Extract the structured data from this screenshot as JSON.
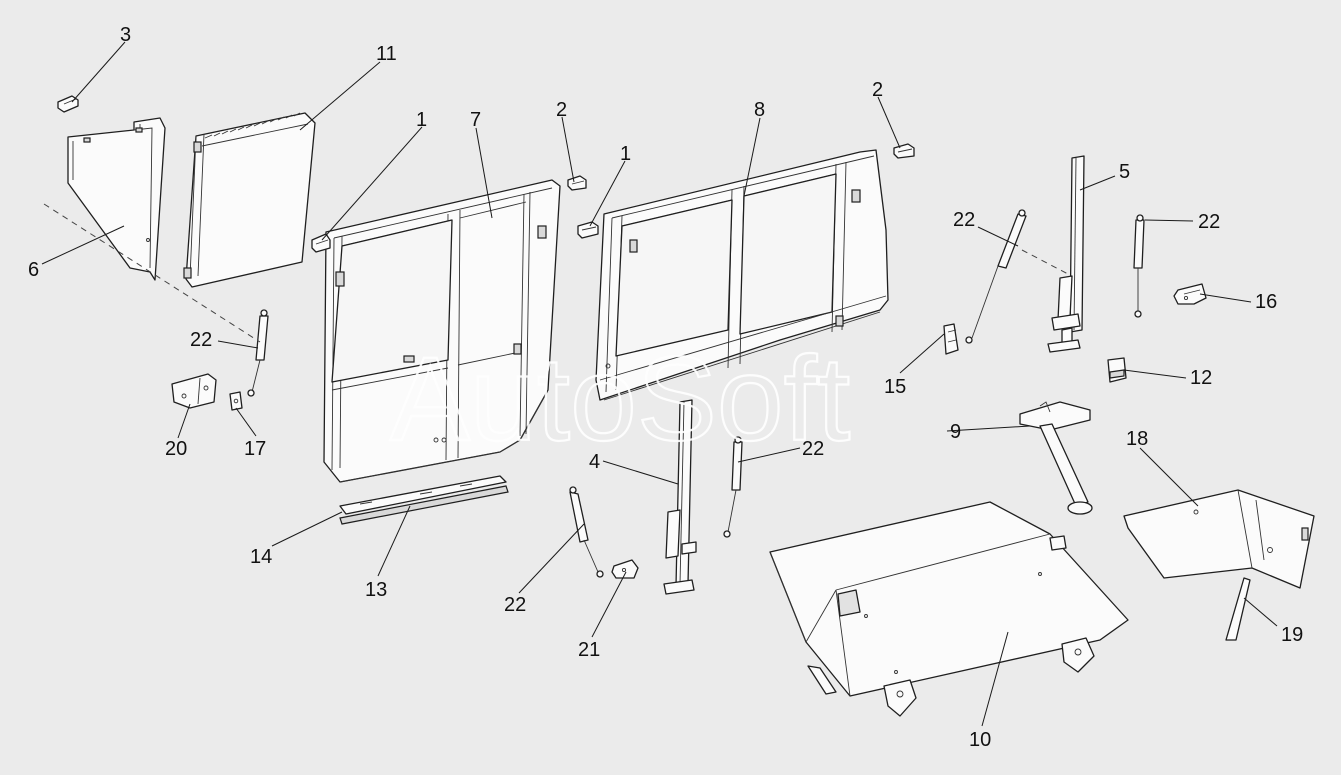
{
  "watermark": "AutoSoft",
  "callouts": [
    {
      "id": "c3",
      "text": "3"
    },
    {
      "id": "c11",
      "text": "11"
    },
    {
      "id": "c1a",
      "text": "1"
    },
    {
      "id": "c7",
      "text": "7"
    },
    {
      "id": "c2a",
      "text": "2"
    },
    {
      "id": "c1b",
      "text": "1"
    },
    {
      "id": "c8",
      "text": "8"
    },
    {
      "id": "c2b",
      "text": "2"
    },
    {
      "id": "c5",
      "text": "5"
    },
    {
      "id": "c22a",
      "text": "22"
    },
    {
      "id": "c22b",
      "text": "22"
    },
    {
      "id": "c16",
      "text": "16"
    },
    {
      "id": "c6",
      "text": "6"
    },
    {
      "id": "c22c",
      "text": "22"
    },
    {
      "id": "c15",
      "text": "15"
    },
    {
      "id": "c12",
      "text": "12"
    },
    {
      "id": "c9",
      "text": "9"
    },
    {
      "id": "c20",
      "text": "20"
    },
    {
      "id": "c17",
      "text": "17"
    },
    {
      "id": "c4",
      "text": "4"
    },
    {
      "id": "c22d",
      "text": "22"
    },
    {
      "id": "c18",
      "text": "18"
    },
    {
      "id": "c14",
      "text": "14"
    },
    {
      "id": "c13",
      "text": "13"
    },
    {
      "id": "c22e",
      "text": "22"
    },
    {
      "id": "c21",
      "text": "21"
    },
    {
      "id": "c19",
      "text": "19"
    },
    {
      "id": "c10",
      "text": "10"
    }
  ]
}
